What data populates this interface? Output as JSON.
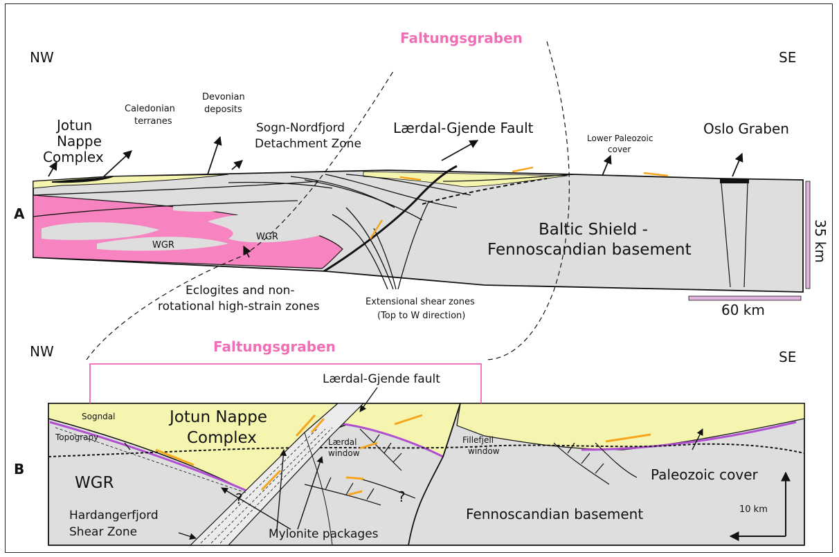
{
  "colors": {
    "basement": "#dedede",
    "nappe": "#f5f5b0",
    "wgr_pink": "#f784c0",
    "pink_label": "#f06eb5",
    "shear_arrow": "#f4a51c",
    "scale_bar": "#e3b3dd",
    "cover_purple": "#b04fd0"
  },
  "panel_a": {
    "label": "A",
    "nw": "NW",
    "se": "SE",
    "faltungsgraben": "Faltungsgraben",
    "jotun_l1": "Jotun",
    "jotun_l2": "Nappe",
    "jotun_l3": "Complex",
    "caledonian_l1": "Caledonian",
    "caledonian_l2": "terranes",
    "devonian_l1": "Devonian",
    "devonian_l2": "deposits",
    "sogn_l1": "Sogn-Nordfjord",
    "sogn_l2": "Detachment Zone",
    "lardal_fault": "Lærdal-Gjende Fault",
    "lower_paleo_l1": "Lower Paleozoic",
    "lower_paleo_l2": "cover",
    "oslo_graben": "Oslo Graben",
    "wgr1": "WGR",
    "wgr2": "WGR",
    "baltic_l1": "Baltic Shield -",
    "baltic_l2": "Fennoscandian basement",
    "eclogites_l1": "Eclogites and non-",
    "eclogites_l2": "rotational high-strain zones",
    "extensional_l1": "Extensional  shear zones",
    "extensional_l2": "(Top to W direction)",
    "scale_vertical": "35 km",
    "scale_horizontal": "60 km"
  },
  "panel_b": {
    "label": "B",
    "nw": "NW",
    "se": "SE",
    "faltungsgraben": "Faltungsgraben",
    "lardal_fault": "Lærdal-Gjende fault",
    "sogndal": "Sogndal",
    "topography": "Topograpy",
    "jotun_l1": "Jotun Nappe",
    "jotun_l2": "Complex",
    "lardal_window_l1": "Lærdal",
    "lardal_window_l2": "window",
    "fillefjell_l1": "Fillefjell",
    "fillefjell_l2": "window",
    "paleozoic_cover": "Paleozoic cover",
    "wgr": "WGR",
    "hardanger_l1": "Hardangerfjord",
    "hardanger_l2": "Shear Zone",
    "mylonite": "Mylonite packages",
    "fennoscandian": "Fennoscandian basement",
    "scale": "10 km",
    "q1": "?",
    "q2": "?"
  }
}
